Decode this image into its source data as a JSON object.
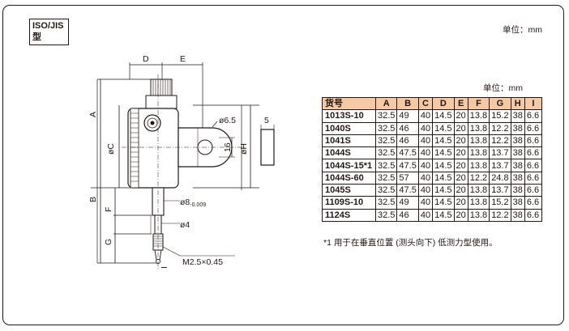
{
  "badge": {
    "line1": "ISO/JIS",
    "line2": "型"
  },
  "unit_top": "单位：mm",
  "unit_table": "单位：mm",
  "drawing_labels": {
    "d": "D",
    "e": "E",
    "a": "A",
    "b": "B",
    "c": "øC",
    "f": "F",
    "g": "G",
    "h": "øH",
    "i": "I",
    "hole": "ø6.5",
    "sixteen": "16",
    "five": "5",
    "stem_main": "ø8",
    "stem_sub": "-0.009",
    "tip": "ø4",
    "thread": "M2.5×0.45"
  },
  "table": {
    "headers": [
      "货号",
      "A",
      "B",
      "C",
      "D",
      "E",
      "F",
      "G",
      "H",
      "I"
    ],
    "rows": [
      [
        "1013S-10",
        "32.5",
        "49",
        "40",
        "14.5",
        "20",
        "13.8",
        "15.2",
        "38",
        "6.6"
      ],
      [
        "1040S",
        "32.5",
        "46",
        "40",
        "14.5",
        "20",
        "13.8",
        "12.2",
        "38",
        "6.6"
      ],
      [
        "1041S",
        "32.5",
        "46",
        "40",
        "14.5",
        "20",
        "13.8",
        "12.2",
        "38",
        "6.6"
      ],
      [
        "1044S",
        "32.5",
        "47.5",
        "40",
        "14.5",
        "20",
        "13.8",
        "13.7",
        "38",
        "6.6"
      ],
      [
        "1044S-15*1",
        "32.5",
        "47.5",
        "40",
        "14.5",
        "20",
        "13.8",
        "13.7",
        "38",
        "6.6"
      ],
      [
        "1044S-60",
        "32.5",
        "57",
        "40",
        "14.5",
        "20",
        "12.2",
        "24.8",
        "38",
        "6.6"
      ],
      [
        "1045S",
        "32.5",
        "47.5",
        "40",
        "14.5",
        "20",
        "13.8",
        "13.7",
        "38",
        "6.6"
      ],
      [
        "1109S-10",
        "32.5",
        "49",
        "40",
        "14.5",
        "20",
        "13.8",
        "15.2",
        "38",
        "6.6"
      ],
      [
        "1124S",
        "32.5",
        "46",
        "40",
        "14.5",
        "20",
        "13.8",
        "12.2",
        "38",
        "6.6"
      ]
    ]
  },
  "note": "*1 用于在垂直位置 (测头向下) 低测力型使用。"
}
